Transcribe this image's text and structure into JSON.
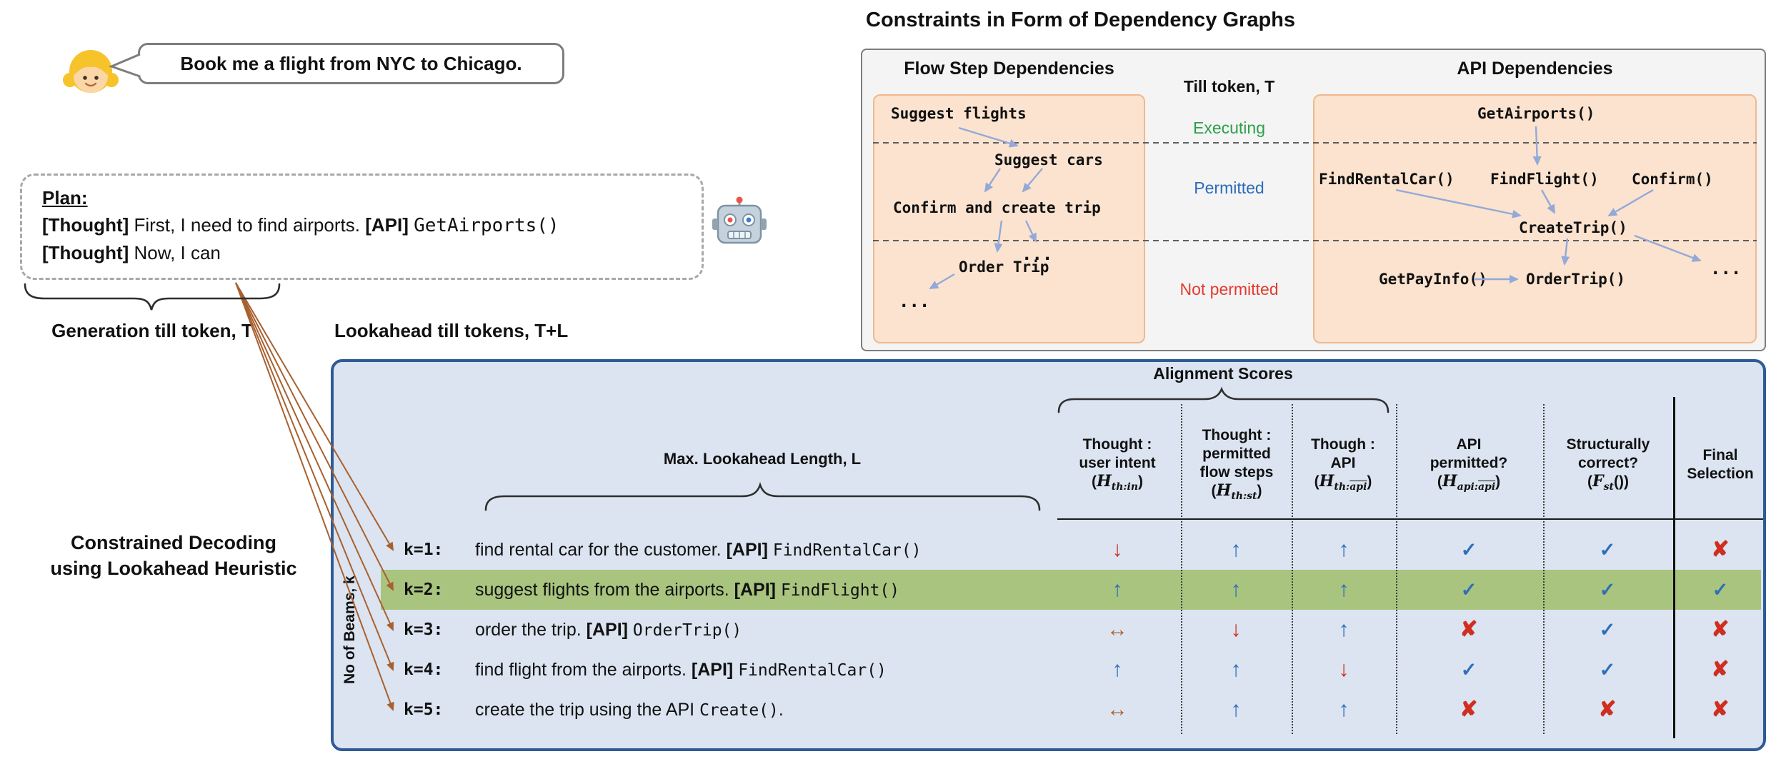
{
  "colors": {
    "table_fill": "#dbe4f0",
    "table_border": "#2f5a96",
    "highlight_green": "#a9c47e",
    "panel_orange": "#fbe3cf",
    "panel_orange_border": "#efb98e",
    "outer_gray": "#f4f4f4",
    "dependency_arrow_blue": "#93a9d8",
    "beam_arrow_brown": "#a8602f",
    "up_blue": "#2e6fba",
    "down_red": "#cf2e21",
    "leftright_brown": "#b4602e",
    "executing_green": "#2ca048",
    "permitted_blue": "#2b6cb8",
    "not_permitted_red": "#e23b2e"
  },
  "misc": {
    "po": "(",
    "pc": ")"
  },
  "user": {
    "message": "Book me a flight from NYC to Chicago."
  },
  "plan": {
    "title": "Plan:",
    "line1": {
      "tag": "[Thought]",
      "text": " First, I need to find airports. ",
      "api_tag": "[API] ",
      "code": "GetAirports()"
    },
    "line2": {
      "tag": "[Thought]",
      "text": " Now, I can"
    }
  },
  "annotations": {
    "generation": "Generation till token, T",
    "lookahead": "Lookahead till tokens, T+L",
    "decoding_line1": "Constrained Decoding",
    "decoding_line2": "using Lookahead Heuristic",
    "beams": "No of Beams, k"
  },
  "constraints": {
    "title": "Constraints in Form of Dependency Graphs",
    "flow_title": "Flow Step Dependencies",
    "api_title": "API Dependencies",
    "till_token": "Till token, T",
    "statuses": {
      "executing": "Executing",
      "permitted": "Permitted",
      "not_permitted": "Not permitted"
    },
    "flow_nodes": {
      "suggest_flights": "Suggest flights",
      "suggest_cars": "Suggest cars",
      "confirm_create": "Confirm and create trip",
      "order_trip": "Order Trip",
      "dots_mid": "...",
      "dots_bottom": "..."
    },
    "api_nodes": {
      "get_airports": "GetAirports()",
      "find_rental": "FindRentalCar()",
      "find_flight": "FindFlight()",
      "confirm": "Confirm()",
      "create_trip": "CreateTrip()",
      "get_pay_info": "GetPayInfo()",
      "order_trip": "OrderTrip()",
      "dots": "..."
    }
  },
  "table": {
    "alignment_title": "Alignment Scores",
    "lookahead_title": "Max. Lookahead Length, L",
    "columns": [
      {
        "l1": "Thought :",
        "l2": "user intent",
        "sym": "H",
        "sub": "th:in",
        "sub_ovl": "",
        "suffix": ""
      },
      {
        "l1": "Thought :",
        "l2": "permitted",
        "l3": "flow steps",
        "sym": "H",
        "sub": "th:st",
        "sub_ovl": "",
        "suffix": ""
      },
      {
        "l1": "Though :",
        "l2": "API",
        "sym": "H",
        "sub": "th:",
        "sub_ovl": "api",
        "suffix": ""
      },
      {
        "l1": "API",
        "l2": "permitted?",
        "sym": "H",
        "sub": "api:",
        "sub_ovl": "api",
        "suffix": ""
      },
      {
        "l1": "Structurally",
        "l2": "correct?",
        "sym": "F",
        "sub": "st",
        "sub_ovl": "",
        "suffix": "()"
      },
      {
        "l1": "Final",
        "l2": "Selection"
      }
    ],
    "rows": [
      {
        "k": "k=1:",
        "text": "find rental car for the customer. ",
        "api_tag": "[API] ",
        "code": "FindRentalCar()",
        "tail": "",
        "cells": [
          {
            "g": "↓",
            "c": "sym c-red"
          },
          {
            "g": "↑",
            "c": "sym c-blue"
          },
          {
            "g": "↑",
            "c": "sym c-blue"
          },
          {
            "g": "✓",
            "c": "sym c-blue chk"
          },
          {
            "g": "✓",
            "c": "sym c-blue chk"
          },
          {
            "g": "✘",
            "c": "sym c-red"
          }
        ]
      },
      {
        "k": "k=2:",
        "text": "suggest flights from the airports. ",
        "api_tag": "[API] ",
        "code": "FindFlight()",
        "tail": "",
        "cells": [
          {
            "g": "↑",
            "c": "sym c-blue"
          },
          {
            "g": "↑",
            "c": "sym c-blue"
          },
          {
            "g": "↑",
            "c": "sym c-blue"
          },
          {
            "g": "✓",
            "c": "sym c-blue chk"
          },
          {
            "g": "✓",
            "c": "sym c-blue chk"
          },
          {
            "g": "✓",
            "c": "sym c-blue chk"
          }
        ]
      },
      {
        "k": "k=3:",
        "text": "order the trip. ",
        "api_tag": "[API] ",
        "code": "OrderTrip()",
        "tail": "",
        "cells": [
          {
            "g": "↔",
            "c": "sym c-brown"
          },
          {
            "g": "↓",
            "c": "sym c-red"
          },
          {
            "g": "↑",
            "c": "sym c-blue"
          },
          {
            "g": "✘",
            "c": "sym c-red"
          },
          {
            "g": "✓",
            "c": "sym c-blue chk"
          },
          {
            "g": "✘",
            "c": "sym c-red"
          }
        ]
      },
      {
        "k": "k=4:",
        "text": "find flight from the airports. ",
        "api_tag": "[API] ",
        "code": "FindRentalCar()",
        "tail": "",
        "cells": [
          {
            "g": "↑",
            "c": "sym c-blue"
          },
          {
            "g": "↑",
            "c": "sym c-blue"
          },
          {
            "g": "↓",
            "c": "sym c-red"
          },
          {
            "g": "✓",
            "c": "sym c-blue chk"
          },
          {
            "g": "✓",
            "c": "sym c-blue chk"
          },
          {
            "g": "✘",
            "c": "sym c-red"
          }
        ]
      },
      {
        "k": "k=5:",
        "text": "create the trip using the API ",
        "api_tag": "",
        "code": "Create()",
        "tail": ".",
        "cells": [
          {
            "g": "↔",
            "c": "sym c-brown"
          },
          {
            "g": "↑",
            "c": "sym c-blue"
          },
          {
            "g": "↑",
            "c": "sym c-blue"
          },
          {
            "g": "✘",
            "c": "sym c-red"
          },
          {
            "g": "✘",
            "c": "sym c-red"
          },
          {
            "g": "✘",
            "c": "sym c-red"
          }
        ]
      }
    ]
  }
}
